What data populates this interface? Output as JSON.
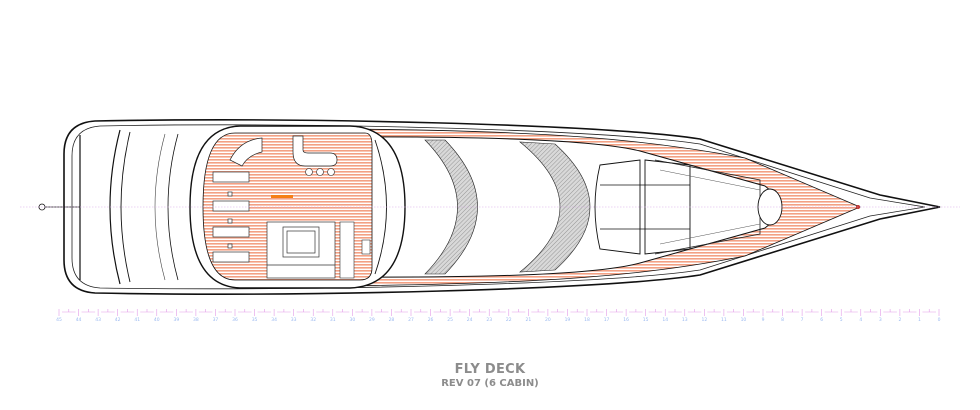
{
  "drawing": {
    "title": "FLY DECK",
    "subtitle": "REV 07 (6 CABIN)"
  },
  "ruler": {
    "labels": [
      "45",
      "44",
      "43",
      "42",
      "41",
      "40",
      "39",
      "38",
      "37",
      "36",
      "35",
      "34",
      "33",
      "32",
      "31",
      "30",
      "29",
      "28",
      "27",
      "26",
      "25",
      "24",
      "23",
      "22",
      "21",
      "20",
      "19",
      "18",
      "17",
      "16",
      "15",
      "14",
      "13",
      "12",
      "11",
      "10",
      "9",
      "8",
      "7",
      "6",
      "5",
      "4",
      "3",
      "2",
      "1",
      "0"
    ]
  },
  "colors": {
    "deck": "#f08a6a",
    "line": "#111111",
    "centerline": "#d8a8e8",
    "ruler_tick": "#e29be8",
    "ruler_text": "#9ab8f0",
    "title": "#8c8c8c"
  }
}
